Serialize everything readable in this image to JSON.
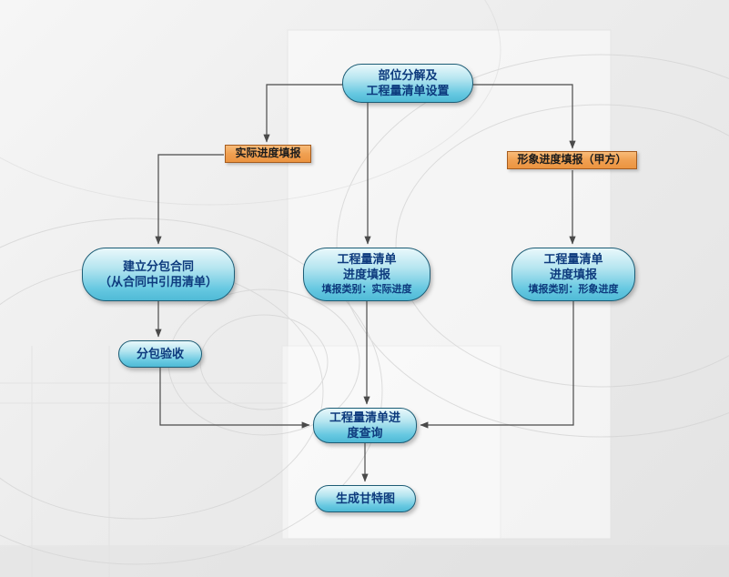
{
  "diagram": {
    "nodes": {
      "setup": {
        "line1": "部位分解及",
        "line2": "工程量清单设置"
      },
      "actual_progress": {
        "label": "实际进度填报"
      },
      "visual_progress": {
        "label": "形象进度填报（甲方）"
      },
      "subcontract": {
        "line1": "建立分包合同",
        "line2": "（从合同中引用清单）"
      },
      "boq_actual": {
        "line1": "工程量清单",
        "line2": "进度填报",
        "sub": "填报类别：实际进度"
      },
      "boq_visual": {
        "line1": "工程量清单",
        "line2": "进度填报",
        "sub": "填报类别：形象进度"
      },
      "acceptance": {
        "label": "分包验收"
      },
      "query": {
        "line1": "工程量清单进",
        "line2": "度查询"
      },
      "gantt": {
        "label": "生成甘特图"
      }
    },
    "colors": {
      "cyan_fill_top": "#e9f8fb",
      "cyan_fill_bottom": "#4fbad6",
      "cyan_border": "#1d5d76",
      "cyan_text": "#0d3a7d",
      "orange_fill": "#f0a052",
      "orange_border": "#a55c1f",
      "connector": "#4a4a4a",
      "background": "#ececec"
    }
  }
}
